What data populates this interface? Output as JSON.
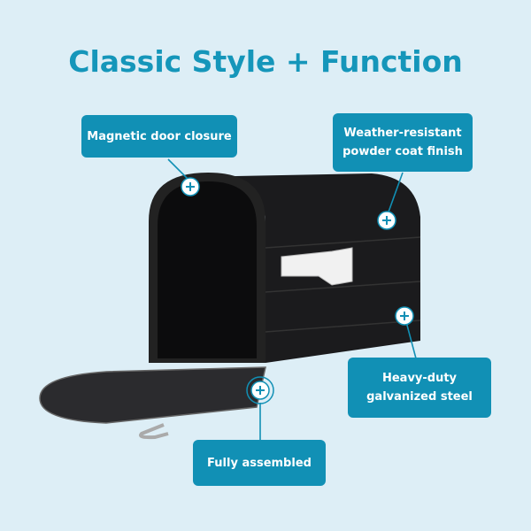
{
  "title": "Classic Style + Function",
  "callouts": {
    "magnetic": "Magnetic door closure",
    "weather_1": "Weather-resistant",
    "weather_2": "powder coat finish",
    "heavy_1": "Heavy-duty",
    "heavy_2": "galvanized steel",
    "assembled": "Fully assembled"
  },
  "colors": {
    "background": "#ddeef6",
    "accent": "#1190b5",
    "title": "#1596ba"
  }
}
